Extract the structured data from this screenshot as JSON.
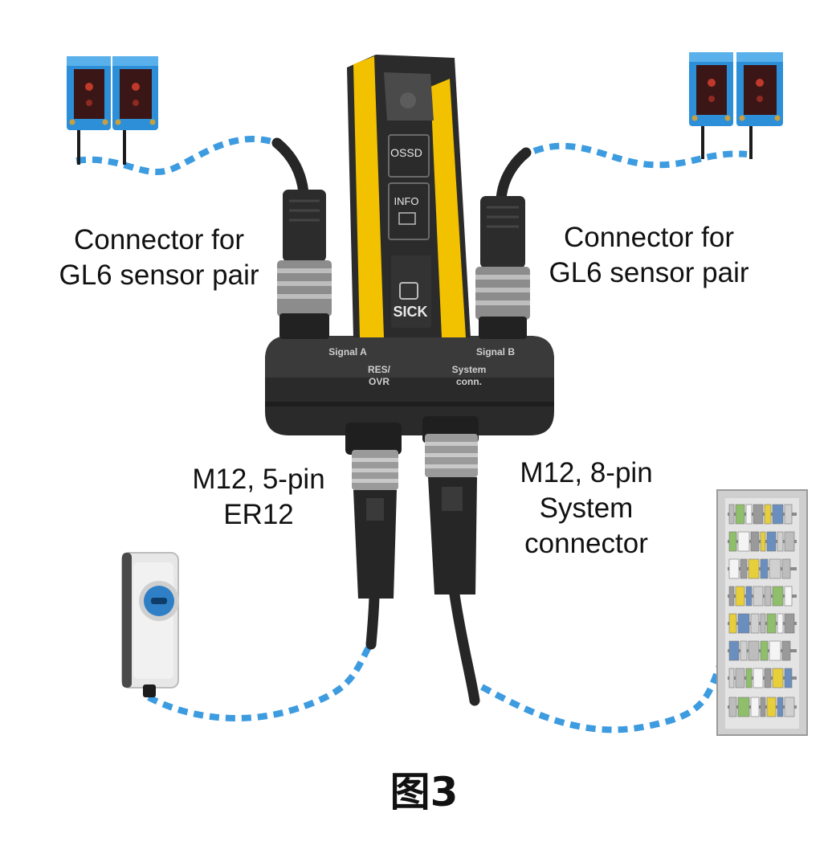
{
  "labels": {
    "left_connector": [
      "Connector for",
      "GL6 sensor pair"
    ],
    "right_connector": [
      "Connector for",
      "GL6 sensor pair"
    ],
    "res_port": [
      "M12, 5-pin",
      "ER12"
    ],
    "system_port": [
      "M12, 8-pin",
      "System",
      "connector"
    ]
  },
  "device": {
    "ossd": "OSSD",
    "info": "INFO",
    "brand": "SICK",
    "signal_a": "Signal A",
    "signal_b": "Signal B",
    "res_ovr": [
      "RES/",
      "OVR"
    ],
    "system_conn": [
      "System",
      "conn."
    ]
  },
  "figure_label": "图3",
  "colors": {
    "connection_dots": "#3d9be0",
    "sensor_blue": "#2c8fd8",
    "module_yellow": "#f2c200",
    "housing_black": "#2a2a2a"
  },
  "icons": [
    "gl6-sensor-pair-icon",
    "key-switch-icon",
    "control-cabinet-icon",
    "safety-controller-icon"
  ]
}
